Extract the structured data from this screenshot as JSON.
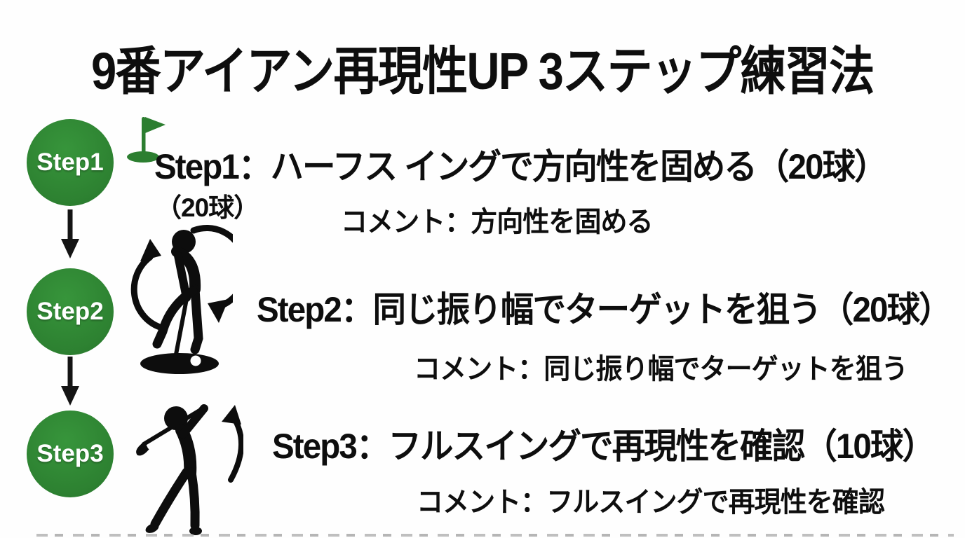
{
  "title": "9番アイアン再現性UP 3ステップ練習法",
  "colors": {
    "accent_green": "#2f8a33",
    "text_black": "#0e0e0e",
    "background": "#fefefe",
    "badge_text": "#ffffff"
  },
  "steps": [
    {
      "badge": "Step1",
      "icon": "golf-flag-icon",
      "heading": "Step1：ハーフス イングで方向性を固める（20球）",
      "note": "（20球）",
      "comment": "コメント：方向性を固める"
    },
    {
      "badge": "Step2",
      "icon": "putting-golfer-icon",
      "heading": "Step2：同じ振り幅でターゲットを狙う（20球）",
      "comment": "コメント：同じ振り幅でターゲットを狙う"
    },
    {
      "badge": "Step3",
      "icon": "full-swing-golfer-icon",
      "heading": "Step3：フルスイングで再現性を確認（10球）",
      "comment": "コメント：フルスイングで再現性を確認"
    }
  ]
}
